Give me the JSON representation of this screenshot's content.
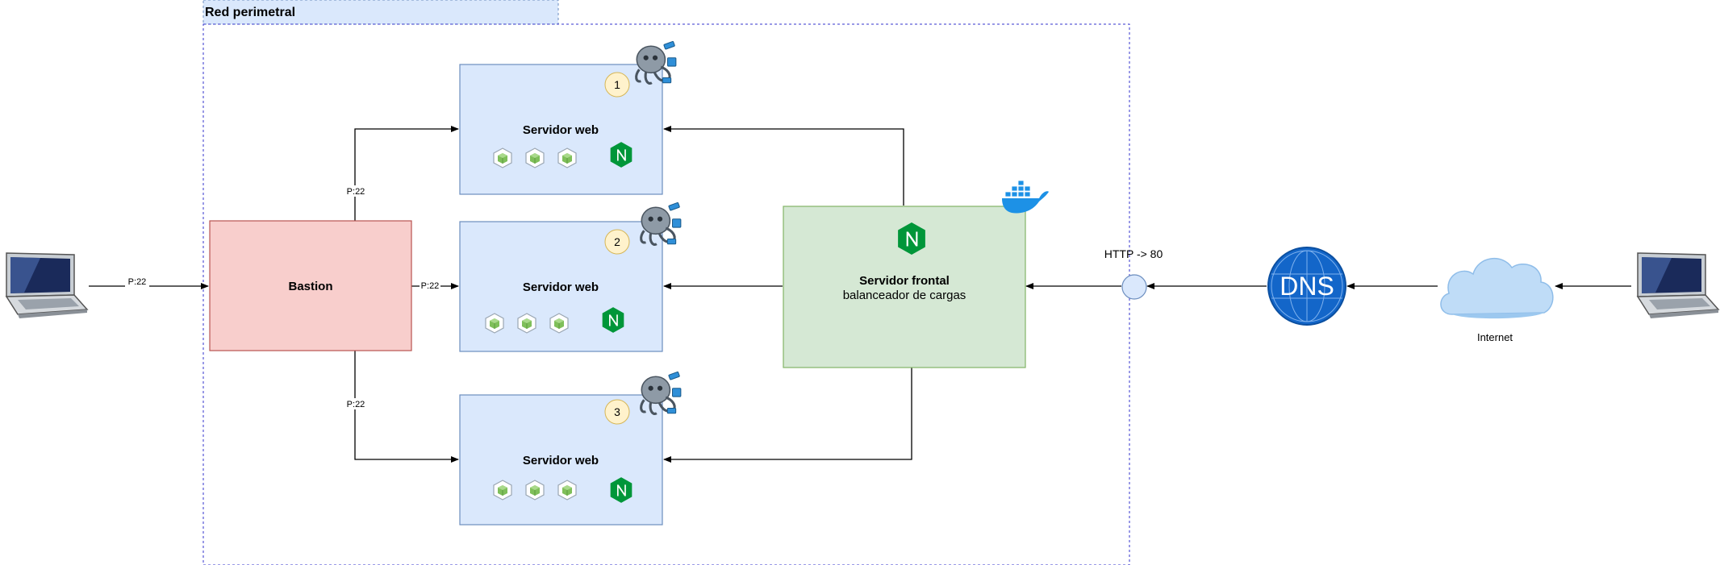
{
  "zone": {
    "title": "Red perimetral"
  },
  "bastion": {
    "label": "Bastion"
  },
  "servers": [
    {
      "badge": "1",
      "title": "Servidor web"
    },
    {
      "badge": "2",
      "title": "Servidor web"
    },
    {
      "badge": "3",
      "title": "Servidor web"
    }
  ],
  "frontal": {
    "title": "Servidor frontal",
    "subtitle": "balanceador de cargas"
  },
  "edges": {
    "laptop_to_bastion": "P:22",
    "bastion_to_web1": "P:22",
    "bastion_to_web2": "P:22",
    "bastion_to_web3": "P:22",
    "http_port": "HTTP -> 80"
  },
  "dns": {
    "label": "DNS"
  },
  "internet": {
    "label": "Internet"
  },
  "colors": {
    "web_fill": "#dae8fc",
    "web_stroke": "#6c8ebf",
    "bastion_fill": "#f8cecc",
    "bastion_stroke": "#b85450",
    "frontal_fill": "#d5e8d4",
    "frontal_stroke": "#82b366",
    "zone_stroke": "#3333cc",
    "badge_fill": "#fff2cc",
    "nginx": "#009639",
    "docker": "#1d91e6",
    "dns": "#1366c9"
  },
  "icons": [
    "laptop-icon",
    "octopus-icon",
    "nginx-icon",
    "node-cube-icon",
    "docker-icon",
    "dns-globe-icon",
    "cloud-icon"
  ]
}
